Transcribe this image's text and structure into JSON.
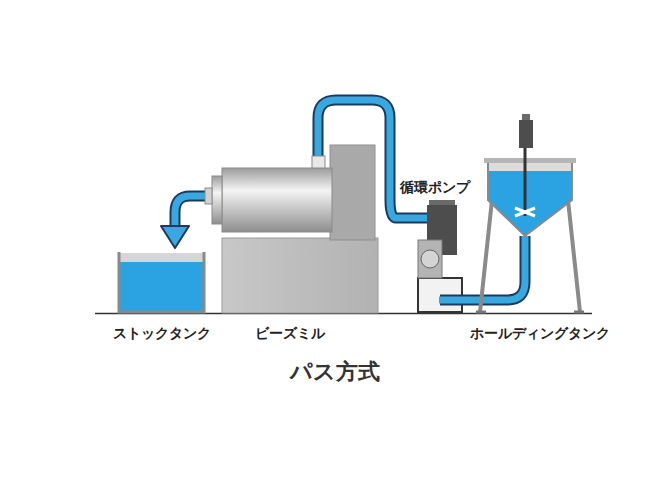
{
  "diagram": {
    "title": "パス方式",
    "nodes": [
      {
        "text": [
          "ストックタンク"
        ]
      },
      {
        "text": [
          "ビーズミル"
        ]
      },
      {
        "text": [
          "循環ポンプ"
        ]
      },
      {
        "text": [
          "ホールディングタンク"
        ]
      }
    ],
    "edges": [
      {
        "from": 3,
        "to": 2,
        "arrow": "none"
      },
      {
        "from": 2,
        "to": 1,
        "arrow": "none"
      },
      {
        "from": 1,
        "to": 0,
        "arrow": "to"
      }
    ]
  }
}
